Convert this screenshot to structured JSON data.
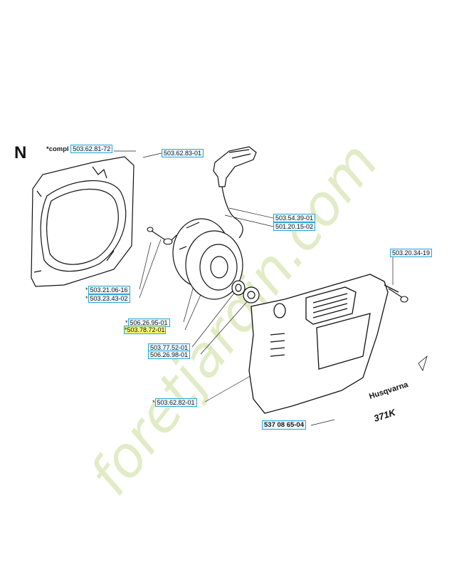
{
  "diagram": {
    "section": "N",
    "compl_prefix": "*compl",
    "brand_text": "Husqvarna",
    "model_text": "371K",
    "watermark": "foretjardin.com",
    "parts": [
      {
        "id": "p1",
        "prefix": "",
        "number": "503.62.81-72",
        "highlight": false
      },
      {
        "id": "p2",
        "prefix": "",
        "number": "503.62.83-01",
        "highlight": false
      },
      {
        "id": "p3",
        "prefix": "",
        "number": "503.54.39-01",
        "highlight": false
      },
      {
        "id": "p4",
        "prefix": "",
        "number": "501.20.15-02",
        "highlight": false
      },
      {
        "id": "p5",
        "prefix": "",
        "number": "503.20.34-19",
        "highlight": false
      },
      {
        "id": "p6",
        "prefix": "*",
        "number": "503.21.06-16",
        "highlight": false
      },
      {
        "id": "p7",
        "prefix": "*",
        "number": "503.23.43-02",
        "highlight": false
      },
      {
        "id": "p8",
        "prefix": "*",
        "number": "506.26.95-01",
        "highlight": false
      },
      {
        "id": "p9",
        "prefix": "*",
        "number": "503.78.72-01",
        "highlight": true
      },
      {
        "id": "p10",
        "prefix": "",
        "number": "503.77.52-01",
        "highlight": false
      },
      {
        "id": "p11",
        "prefix": "",
        "number": "506.26.98-01",
        "highlight": false
      },
      {
        "id": "p12",
        "prefix": "*",
        "number": "503.62.82-01",
        "highlight": false
      },
      {
        "id": "p13",
        "prefix": "",
        "number": "537 08 65-04",
        "highlight": false
      }
    ]
  }
}
